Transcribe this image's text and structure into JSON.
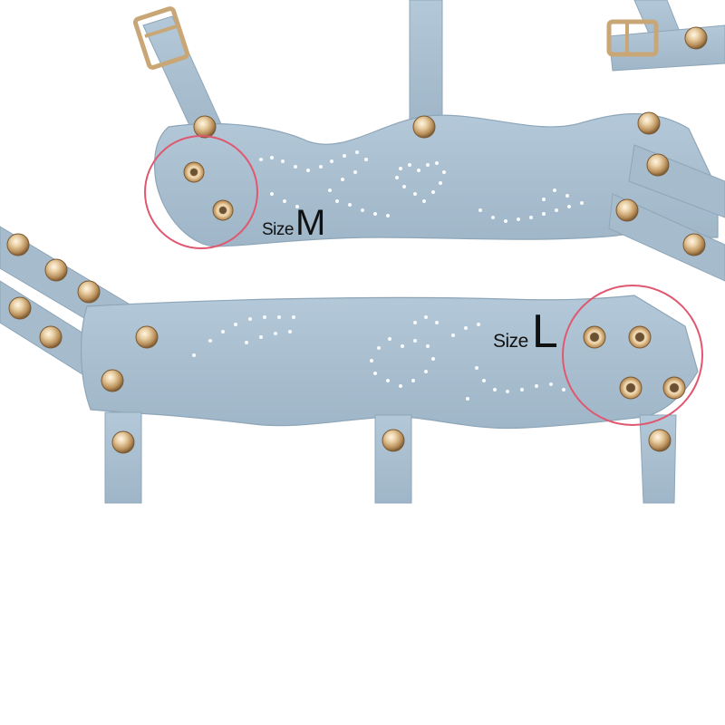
{
  "scene": {
    "background": "#ffffff",
    "leather_color": "#a9bfcf",
    "leather_edge_color": "#8ea6b8",
    "rivet_color": "#d9b98a",
    "highlight_circle_color": "#e0586f"
  },
  "labels": {
    "size_m": {
      "word": "Size",
      "letter": "M"
    },
    "size_l": {
      "word": "Size",
      "letter": "L"
    }
  },
  "items": [
    {
      "name": "garter-belt-size-m",
      "size": "M",
      "eyelet_count": 2
    },
    {
      "name": "garter-belt-size-l",
      "size": "L",
      "eyelet_count": 4
    }
  ]
}
